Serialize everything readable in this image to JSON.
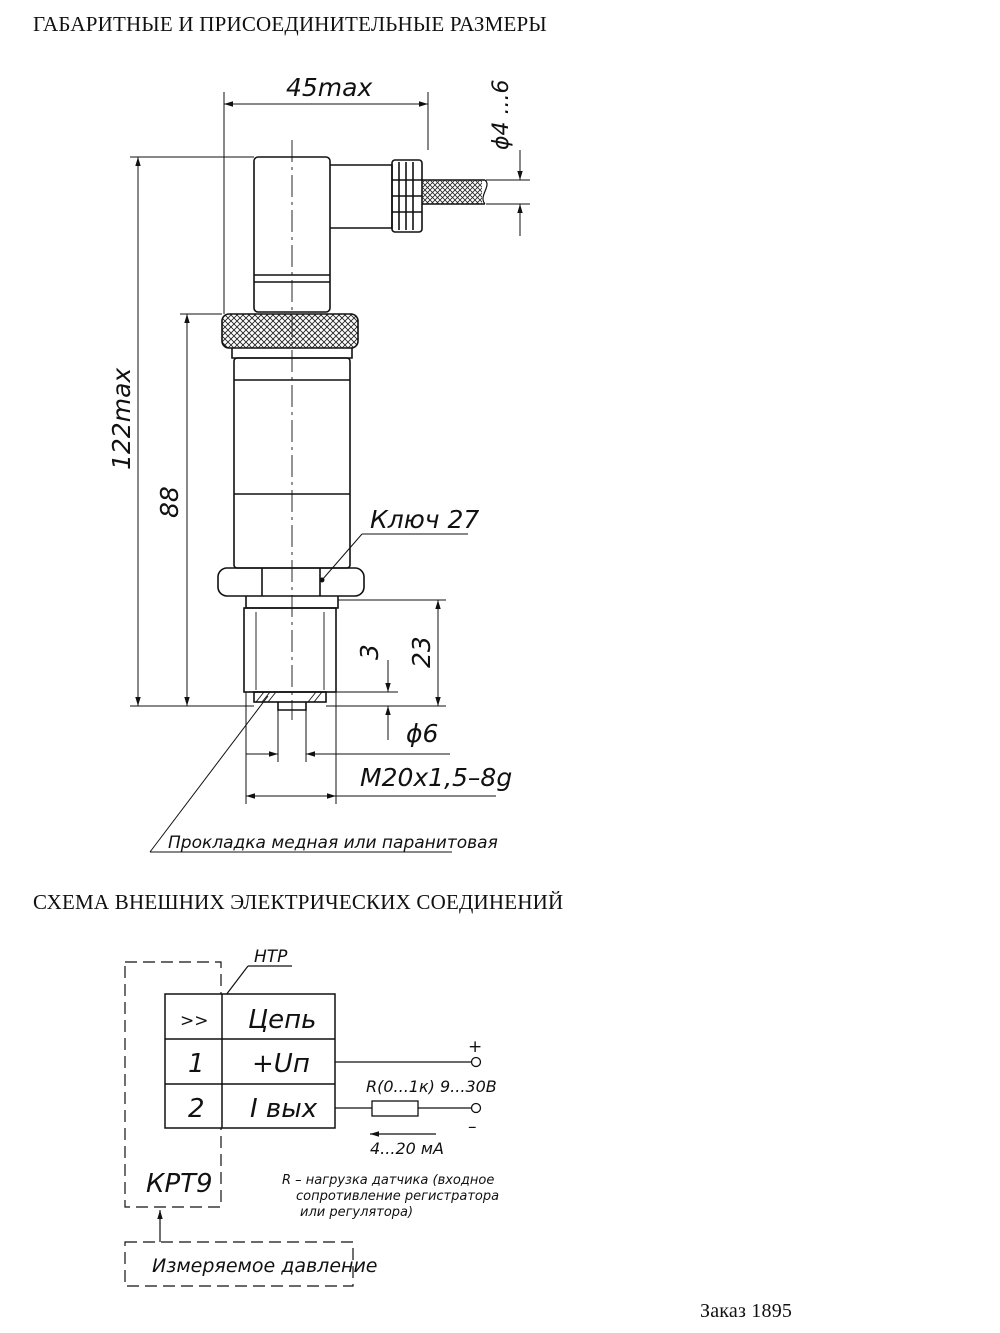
{
  "headings": {
    "dimensions": "ГАБАРИТНЫЕ И ПРИСОЕДИНИТЕЛЬНЫЕ РАЗМЕРЫ",
    "wiring": "СХЕМА ВНЕШНИХ ЭЛЕКТРИЧЕСКИХ СОЕДИНЕНИЙ"
  },
  "dimensions": {
    "width_max": "45max",
    "cable_diameter": "ϕ4 ...6",
    "height_max": "122max",
    "body_height": "88",
    "wrench": "Ключ 27",
    "thread_length": "23",
    "chamfer": "3",
    "port_diameter": "ϕ6",
    "thread": "М20х1,5–8g",
    "gasket": "Прокладка медная или паранитовая"
  },
  "wiring": {
    "connector_label": "НТР",
    "table_header_pin": ">>",
    "table_header_circuit": "Цепь",
    "rows": [
      {
        "pin": "1",
        "circuit": "+Uп"
      },
      {
        "pin": "2",
        "circuit": "I вых"
      }
    ],
    "device_name": "КРТ9",
    "resistor_label": "R(0...1к)",
    "supply_voltage": "9...30В",
    "current_range": "4...20 мА",
    "plus_sign": "+",
    "minus_sign": "–",
    "load_note_1": "R – нагрузка датчика (входное",
    "load_note_2": "сопротивление регистратора",
    "load_note_3": "или регулятора)",
    "measured_pressure": "Измеряемое давление"
  },
  "footer": {
    "order": "Заказ 1895"
  }
}
